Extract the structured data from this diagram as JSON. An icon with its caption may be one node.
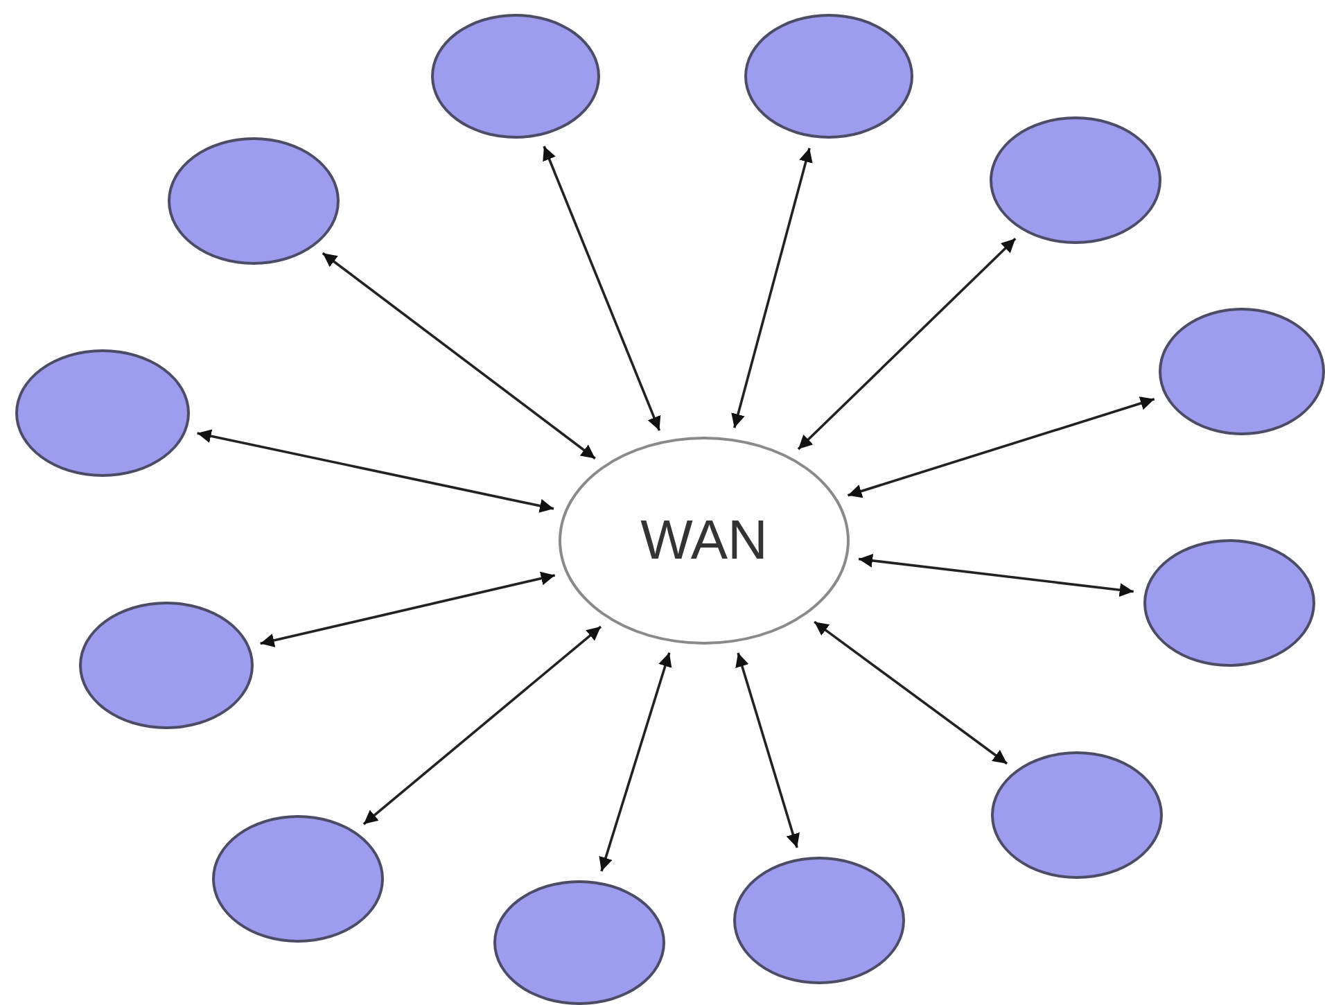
{
  "diagram": {
    "nodes": [
      {
        "text": [
          "WAN"
        ]
      },
      {
        "text": [],
        "shape": "ellipse"
      },
      {
        "text": [],
        "shape": "ellipse"
      },
      {
        "text": [],
        "shape": "ellipse"
      },
      {
        "text": [],
        "shape": "ellipse"
      },
      {
        "text": [],
        "shape": "ellipse"
      },
      {
        "text": [],
        "shape": "ellipse"
      },
      {
        "text": [],
        "shape": "ellipse"
      },
      {
        "text": [],
        "shape": "ellipse"
      },
      {
        "text": [],
        "shape": "ellipse"
      },
      {
        "text": [],
        "shape": "ellipse"
      },
      {
        "text": [],
        "shape": "ellipse"
      },
      {
        "text": [],
        "shape": "ellipse"
      }
    ],
    "edges": [
      {
        "from": 0,
        "to": 1,
        "arrow": "both"
      },
      {
        "from": 0,
        "to": 2,
        "arrow": "both"
      },
      {
        "from": 0,
        "to": 3,
        "arrow": "both"
      },
      {
        "from": 0,
        "to": 4,
        "arrow": "both"
      },
      {
        "from": 0,
        "to": 5,
        "arrow": "both"
      },
      {
        "from": 0,
        "to": 6,
        "arrow": "both"
      },
      {
        "from": 0,
        "to": 7,
        "arrow": "both"
      },
      {
        "from": 0,
        "to": 8,
        "arrow": "both"
      },
      {
        "from": 0,
        "to": 9,
        "arrow": "both"
      },
      {
        "from": 0,
        "to": 10,
        "arrow": "both"
      },
      {
        "from": 0,
        "to": 11,
        "arrow": "both"
      },
      {
        "from": 0,
        "to": 12,
        "arrow": "both"
      }
    ]
  }
}
